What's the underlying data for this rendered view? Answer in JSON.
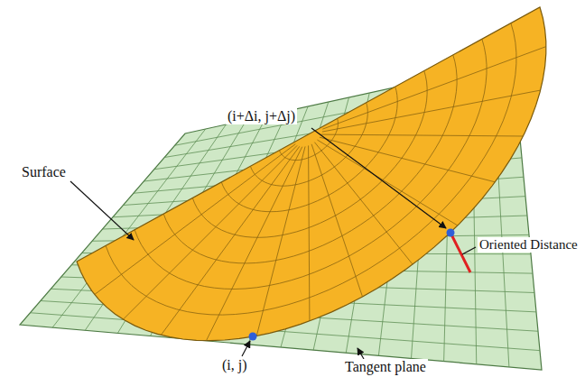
{
  "diagram": {
    "labels": [
      "(i+Δi, j+Δj)",
      "Surface",
      "Oriented Distance",
      "Tangent plane",
      "(i, j)"
    ]
  }
}
